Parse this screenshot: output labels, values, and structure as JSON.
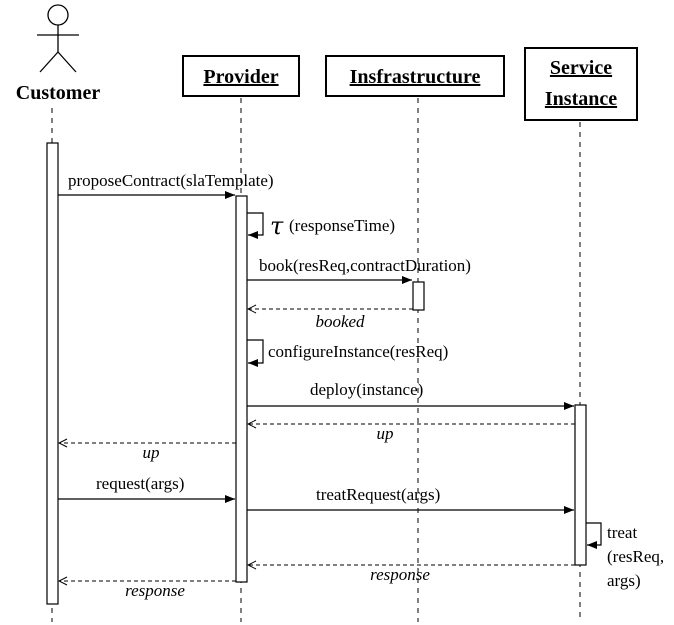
{
  "participants": {
    "customer": "Customer",
    "provider": "Provider",
    "infrastructure": "Insfrastructure",
    "service_line1": "Service",
    "service_line2": "Instance"
  },
  "messages": {
    "propose_contract": "proposeContract(slaTemplate)",
    "tau_symbol": "τ",
    "response_time": "(responseTime)",
    "book": "book(resReq,contractDuration)",
    "booked": "booked",
    "configure_instance": "configureInstance(resReq)",
    "deploy": "deploy(instance)",
    "up_from_service": "up",
    "up_to_customer": "up",
    "request": "request(args)",
    "treat_request": "treatRequest(args)",
    "treat_line1": "treat",
    "treat_line2": "(resReq,",
    "treat_line3": "args)",
    "response_from_service": "response",
    "response_to_customer": "response"
  }
}
